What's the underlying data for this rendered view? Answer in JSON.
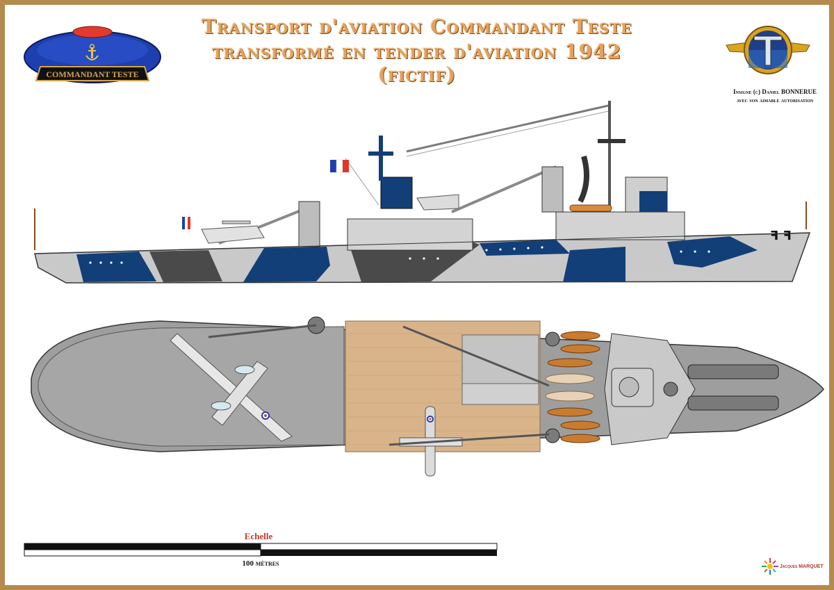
{
  "title": {
    "line1": "Transport d'aviation Commandant Teste",
    "line2": "transformé en tender d'aviation 1942 (fictif)"
  },
  "badge": {
    "text": "COMMANDANT TESTE"
  },
  "insigne": {
    "credit_line1": "Insigne (c) Daniel BONNERUE",
    "credit_line2": "avec son aimable autorisation"
  },
  "scale": {
    "title": "Echelle",
    "label": "100 mètres"
  },
  "author": {
    "name": "Jacques MARQUET"
  },
  "colors": {
    "frame": "#b48a4e",
    "title": "#e5a15d",
    "navy": "#123f78",
    "dark_grey": "#4a4a4a",
    "light_grey": "#c8c8c8",
    "deck_wood": "#d9b48a",
    "scale_red": "#c0392b"
  },
  "icons": {
    "anchor": "anchor-icon",
    "sun": "sun-logo-icon"
  }
}
